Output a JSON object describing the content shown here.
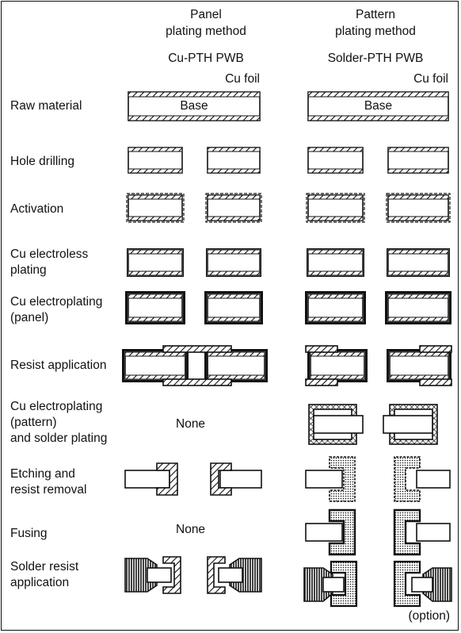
{
  "columns": {
    "panel": {
      "heading_line1": "Panel",
      "heading_line2": "plating method",
      "subheading": "Cu-PTH PWB",
      "foil_label": "Cu foil",
      "base_label": "Base"
    },
    "pattern": {
      "heading_line1": "Pattern",
      "heading_line2": "plating method",
      "subheading": "Solder-PTH PWB",
      "foil_label": "Cu foil",
      "base_label": "Base"
    }
  },
  "steps": [
    {
      "line1": "Raw material",
      "line2": "",
      "line3": ""
    },
    {
      "line1": "Hole drilling",
      "line2": "",
      "line3": ""
    },
    {
      "line1": "Activation",
      "line2": "",
      "line3": ""
    },
    {
      "line1": "Cu electroless",
      "line2": "plating",
      "line3": ""
    },
    {
      "line1": "Cu electroplating",
      "line2": "(panel)",
      "line3": ""
    },
    {
      "line1": "Resist application",
      "line2": "",
      "line3": ""
    },
    {
      "line1": "Cu electroplating",
      "line2": "(pattern)",
      "line3": "and solder plating"
    },
    {
      "line1": "Etching and",
      "line2": "resist removal",
      "line3": ""
    },
    {
      "line1": "Fusing",
      "line2": "",
      "line3": ""
    },
    {
      "line1": "Solder resist",
      "line2": "application",
      "line3": ""
    }
  ],
  "none_labels": {
    "pattern_step": "None",
    "fusing_step": "None"
  },
  "option_label": "(option)"
}
